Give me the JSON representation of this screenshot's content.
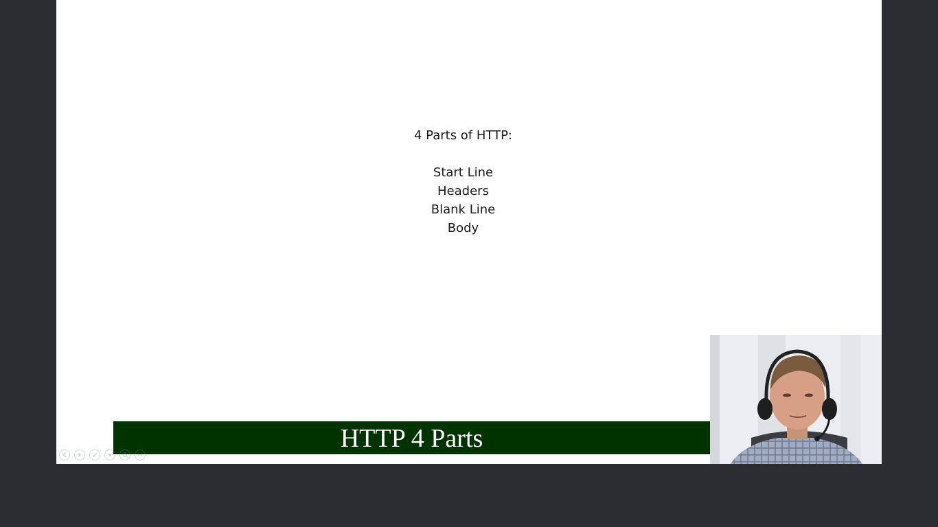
{
  "slide": {
    "heading": "4 Parts of HTTP:",
    "parts": [
      "Start Line",
      "Headers",
      "Blank Line",
      "Body"
    ],
    "title_bar": "HTTP 4 Parts",
    "title_bar_color": "#003300"
  },
  "player": {
    "controls": [
      "prev-icon",
      "play-icon",
      "pen-icon",
      "pointer-icon",
      "zoom-icon",
      "more-icon"
    ]
  },
  "webcam": {
    "subject": "presenter with headset"
  }
}
